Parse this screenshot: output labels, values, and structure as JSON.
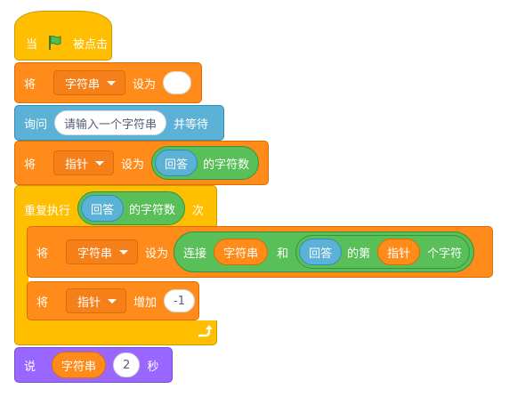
{
  "when_flag": {
    "prefix": "当",
    "suffix": "被点击",
    "flag_icon": "green-flag-icon"
  },
  "set1": {
    "verb": "将",
    "var": "字符串",
    "set_to": "设为",
    "value": ""
  },
  "ask": {
    "verb": "询问",
    "question": "请输入一个字符串",
    "suffix": "并等待"
  },
  "set2": {
    "verb": "将",
    "var": "指针",
    "set_to": "设为",
    "answer": "回答",
    "length_of": "的字符数"
  },
  "repeat": {
    "label": "重复执行",
    "answer": "回答",
    "length_of": "的字符数",
    "suffix": "次"
  },
  "set3": {
    "verb": "将",
    "var": "字符串",
    "set_to": "设为",
    "join": "连接",
    "join_a": "字符串",
    "and": "和",
    "answer": "回答",
    "of_nth": "的第",
    "index": "指针",
    "char": "个字符"
  },
  "change": {
    "verb": "将",
    "var": "指针",
    "change_by": "增加",
    "value": "-1"
  },
  "say": {
    "verb": "说",
    "message": "字符串",
    "secs": "2",
    "unit": "秒"
  },
  "colors": {
    "control": "#ffbf00",
    "variables": "#ff8c1a",
    "sensing": "#5cb1d6",
    "operators": "#59c059",
    "looks": "#9966ff"
  }
}
